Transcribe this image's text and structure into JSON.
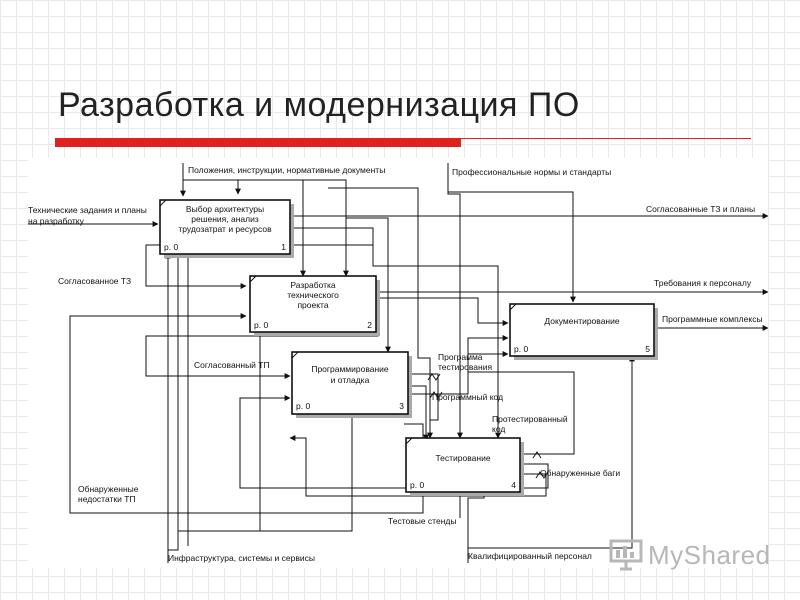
{
  "title": "Разработка и модернизация ПО",
  "colors": {
    "accent": "#e0211d",
    "line": "#111111",
    "box_shadow": "#aaaaaa",
    "watermark": "#b7b7b7"
  },
  "boxes": [
    {
      "id": "b1",
      "lines": [
        "Выбор архитектуры",
        "решения, анализ",
        "трудозатрат и ресурсов"
      ],
      "ref": "р. 0",
      "num": "1"
    },
    {
      "id": "b2",
      "lines": [
        "Разработка",
        "технического",
        "проекта"
      ],
      "ref": "р. 0",
      "num": "2"
    },
    {
      "id": "b3",
      "lines": [
        "Программирование",
        "и отладка"
      ],
      "ref": "р. 0",
      "num": "3"
    },
    {
      "id": "b4",
      "lines": [
        "Тестирование"
      ],
      "ref": "р. 0",
      "num": "4"
    },
    {
      "id": "b5",
      "lines": [
        "Документирование"
      ],
      "ref": "р. 0",
      "num": "5"
    }
  ],
  "labels": {
    "controls_regulations": "Положения, инструкции, нормативные документы",
    "controls_professional": "Профессиональные нормы и стандарты",
    "input_tasks_1": "Технические задания и планы",
    "input_tasks_2": "на разработку",
    "approved_tz": "Согласованное ТЗ",
    "approved_tp": "Согласованный ТП",
    "program_test_1": "Программа",
    "program_test_2": "тестирования",
    "program_code": "Программный код",
    "tested_code_1": "Протестированный",
    "tested_code_2": "код",
    "found_bugs": "Обнаруженные баги",
    "found_flaws_1": "Обнаруженные",
    "found_flaws_2": "недостатки ТП",
    "test_stands": "Тестовые стенды",
    "infrastructure": "Инфраструктура, системы и сервисы",
    "qualified_staff": "Квалифицированный персонал",
    "out_approved_tz_plans": "Согласованные ТЗ и планы",
    "out_staff_requirements": "Требования к персоналу",
    "out_software_complexes": "Программные комплексы"
  },
  "watermark": {
    "text": "MyShared",
    "icon": "presentation-icon"
  }
}
